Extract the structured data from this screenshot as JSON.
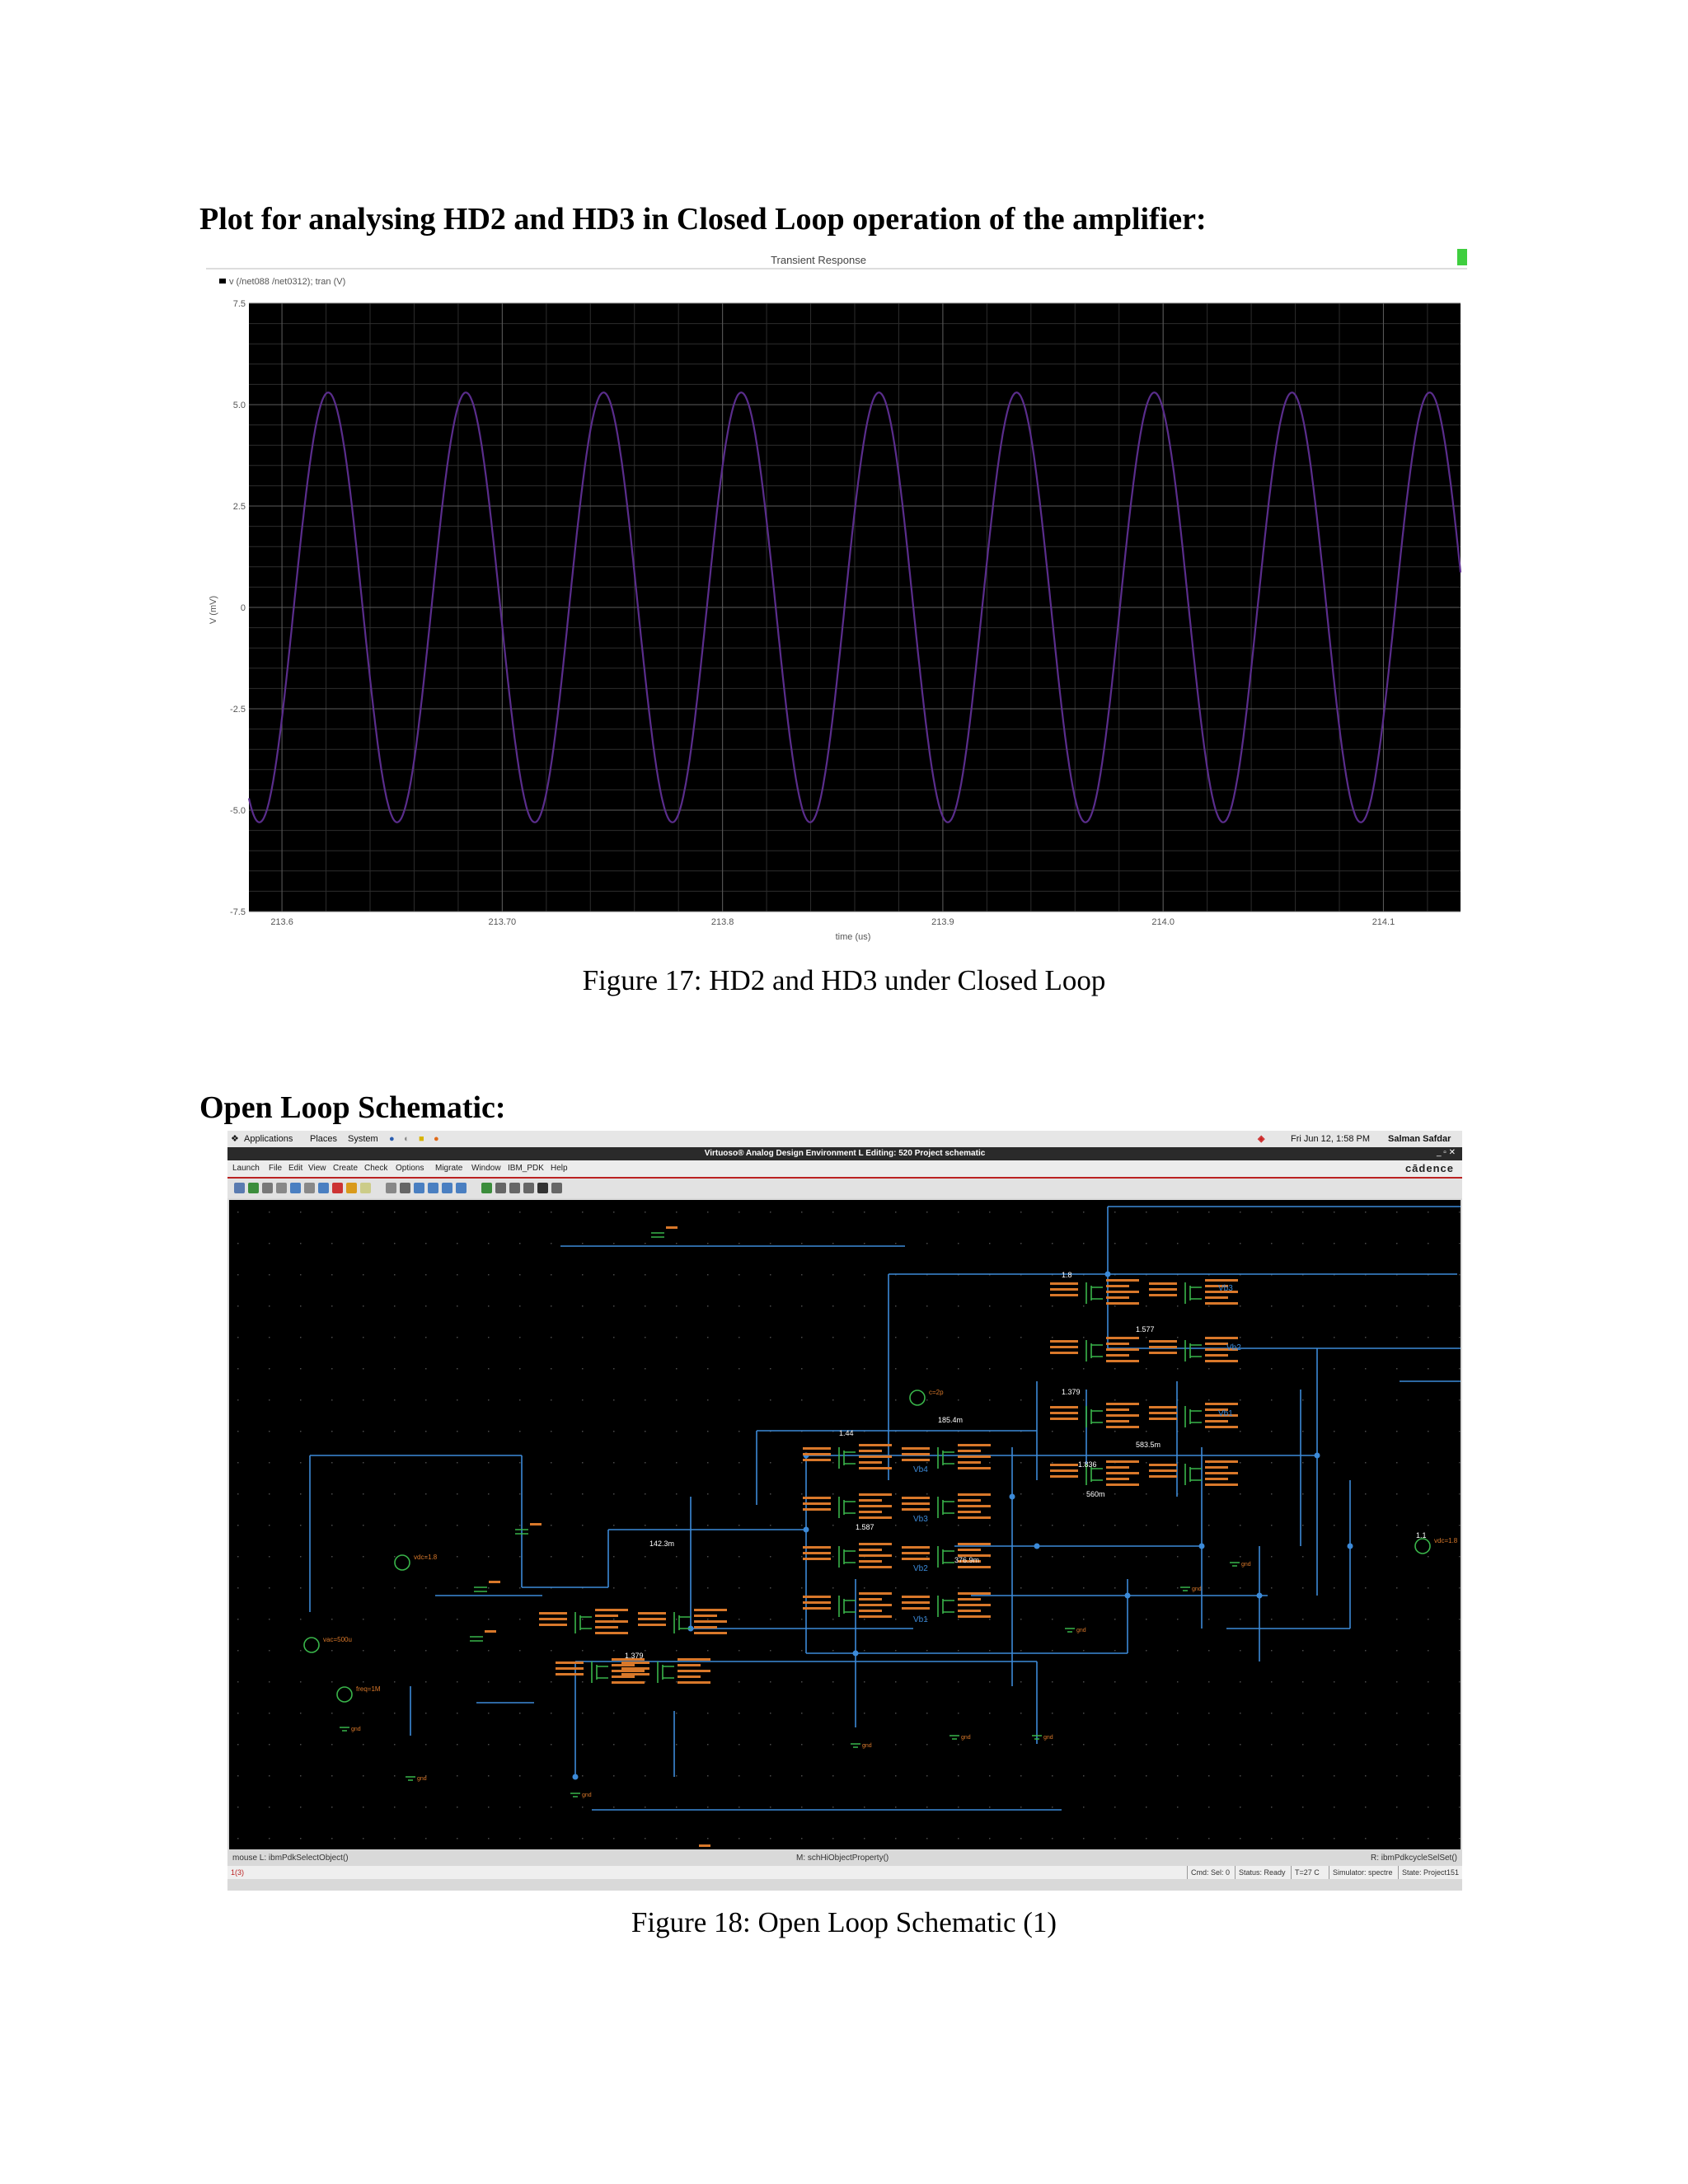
{
  "headings": {
    "closed_loop": "Plot for analysing HD2 and HD3 in Closed Loop operation of the amplifier:",
    "open_loop": "Open Loop Schematic:"
  },
  "figure17": {
    "caption": "Figure 17: HD2 and HD3 under Closed Loop",
    "chart_data": {
      "type": "line",
      "title": "Transient Response",
      "legend": "v (/net088 /net0312); tran (V)",
      "xlabel": "time (us)",
      "ylabel": "V (mV)",
      "xlim": [
        213.585,
        214.135
      ],
      "ylim": [
        -7.5,
        7.5
      ],
      "x_tick_labels": [
        "213.6",
        "213.70",
        "213.8",
        "213.9",
        "214.0",
        "214.1"
      ],
      "x_tick_values": [
        213.6,
        213.7,
        213.8,
        213.9,
        214.0,
        214.1
      ],
      "y_tick_values": [
        7.5,
        5.0,
        2.5,
        0,
        -2.5,
        -5.0,
        -7.5
      ],
      "y_tick_labels": [
        "7.5",
        "5.0",
        "2.5",
        "0",
        "-2.5",
        "-5.0",
        "-7.5"
      ],
      "grid": true,
      "background": "#000000",
      "series": [
        {
          "name": "v (/net088 /net0312); tran (V)",
          "color": "#5a2d8c",
          "amplitude": 5.3,
          "period_us": 0.0625,
          "first_peak_us": 213.621
        }
      ]
    }
  },
  "figure18": {
    "caption": "Figure 18: Open Loop Schematic (1)",
    "top_panel": {
      "menus": [
        "Applications",
        "Places",
        "System"
      ],
      "clock": "Fri Jun 12,  1:58 PM",
      "user": "Salman Safdar"
    },
    "window_title": "Virtuoso® Analog Design Environment L Editing: 520 Project schematic",
    "menu_bar": [
      "Launch",
      "File",
      "Edit",
      "View",
      "Create",
      "Check",
      "Options",
      "Migrate",
      "Window",
      "IBM_PDK",
      "Help"
    ],
    "brand": "cādence",
    "status_left": "mouse L: ibmPdkSelectObject()",
    "status_middle": "M: schHiObjectProperty()",
    "status_right": "R: ibmPdkcycleSelSet()",
    "prompt": "1(3)",
    "status_cells": [
      "Cmd: Sel: 0",
      "Status: Ready",
      "T=27  C",
      "Simulator: spectre",
      "State: Project151"
    ],
    "schematic_labels": {
      "vbias": [
        "Vb3",
        "Vb2",
        "Vb1",
        "Vb4",
        "Vb3",
        "Vb2",
        "Vb1"
      ],
      "node_values": [
        "1.8",
        "1.577",
        "1.379",
        "583.5m",
        "1.836",
        "1.44",
        "185.4m",
        "1.587",
        "376.9m",
        "142.3m",
        "1.379",
        "560m",
        "1.1"
      ],
      "sources": [
        "vdc=1.8",
        "vac=500u",
        "freq=1M",
        "c=2p"
      ],
      "gnd": "gnd"
    }
  }
}
